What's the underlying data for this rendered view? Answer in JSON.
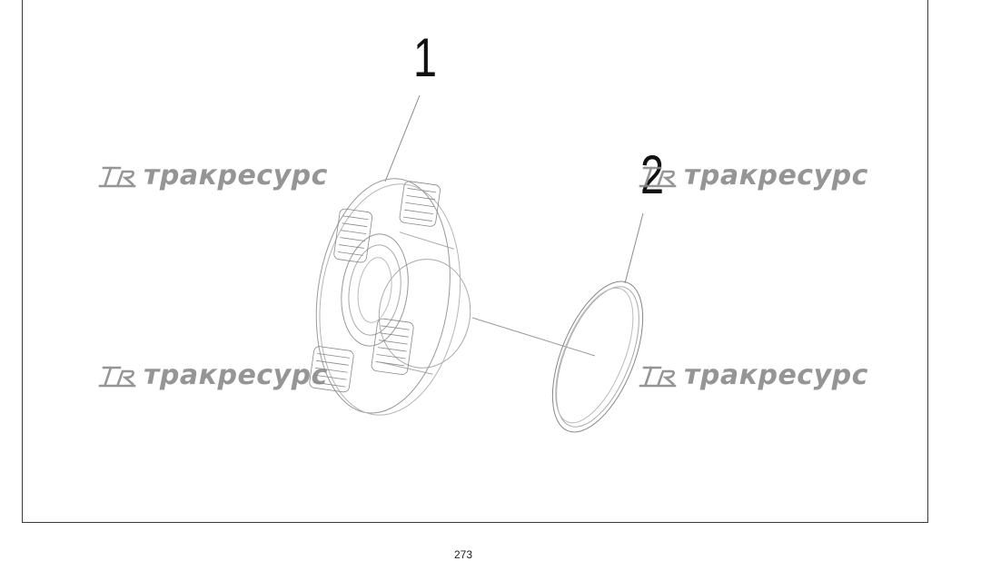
{
  "callouts": {
    "part_1": "1",
    "part_2": "2"
  },
  "watermark": {
    "text": "тракресурс",
    "logo": "TR-logo-icon",
    "color": "#8a8a8a"
  },
  "page": {
    "number": "273"
  }
}
